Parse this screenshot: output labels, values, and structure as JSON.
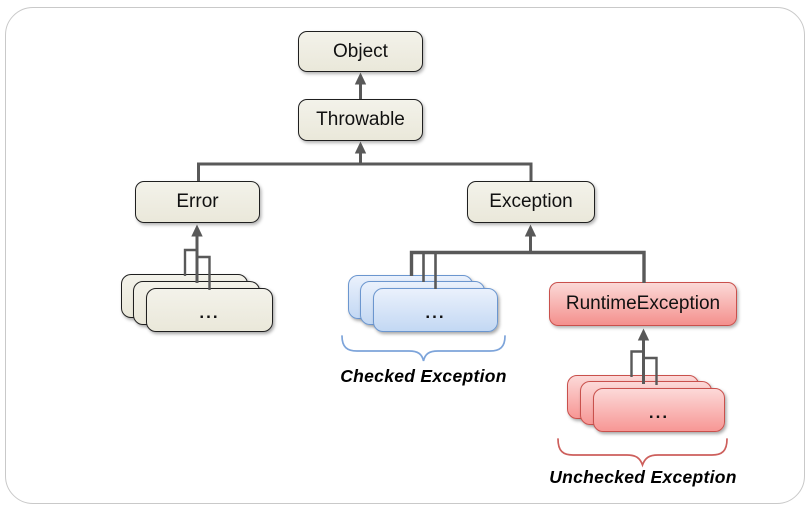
{
  "diagram": {
    "nodes": {
      "object": {
        "label": "Object"
      },
      "throwable": {
        "label": "Throwable"
      },
      "error": {
        "label": "Error"
      },
      "exception": {
        "label": "Exception"
      },
      "runtime_exception": {
        "label": "RuntimeException"
      },
      "error_subclasses": {
        "label": "..."
      },
      "checked_subclasses": {
        "label": "..."
      },
      "unchecked_subclasses": {
        "label": "..."
      }
    },
    "annotations": {
      "checked": {
        "label": "Checked Exception"
      },
      "unchecked": {
        "label": "Unchecked Exception"
      }
    },
    "edges": [
      {
        "from": "Throwable",
        "to": "Object"
      },
      {
        "from": "Error",
        "to": "Throwable"
      },
      {
        "from": "Exception",
        "to": "Throwable"
      },
      {
        "from": "error-subclasses",
        "to": "Error"
      },
      {
        "from": "checked-subclasses",
        "to": "Exception"
      },
      {
        "from": "RuntimeException",
        "to": "Exception"
      },
      {
        "from": "unchecked-subclasses",
        "to": "RuntimeException"
      }
    ],
    "colors": {
      "node_fill_top": "#f3f2ea",
      "node_fill_bottom": "#eae8da",
      "node_border": "#1f1f1f",
      "blue_fill_top": "#eaf1fc",
      "blue_fill_bottom": "#c3d8f3",
      "blue_border": "#6b96cf",
      "pink_fill_top": "#fcd9d8",
      "pink_fill_bottom": "#f79795",
      "pink_border": "#c9504c",
      "runtime_fill_top": "#fbd9d7",
      "runtime_fill_bottom": "#f4908d",
      "connector": "#595959",
      "brace_blue": "#7da4da",
      "brace_red": "#cd5f5c",
      "text": "#111111"
    }
  }
}
